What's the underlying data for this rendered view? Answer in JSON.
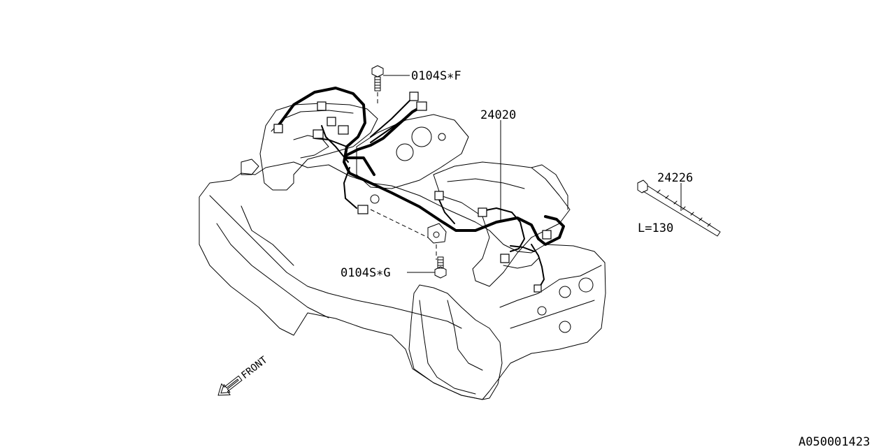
{
  "labels": {
    "bolt_top": "0104S∗F",
    "bolt_bottom": "0104S∗G",
    "harness": "24020",
    "clip": "24226",
    "clip_length": "L=130",
    "front": "FRONT",
    "diagram_id": "A050001423"
  }
}
